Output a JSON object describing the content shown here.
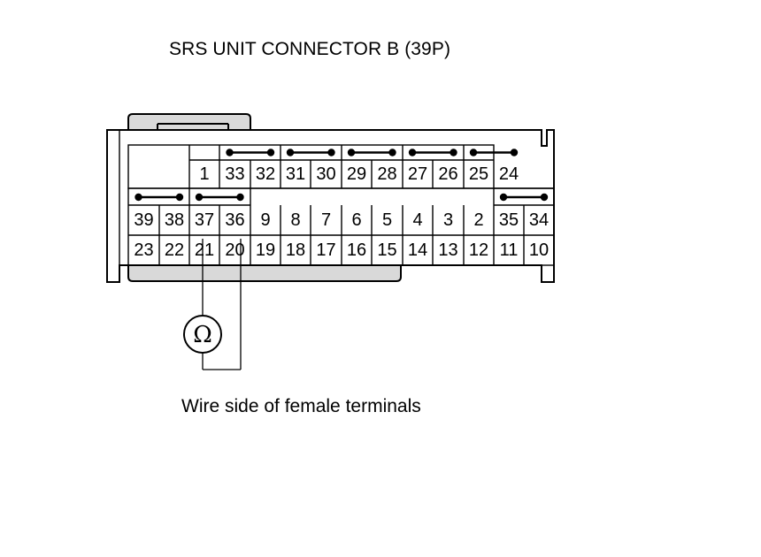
{
  "title": "SRS UNIT CONNECTOR B (39P)",
  "caption": "Wire side of female terminals",
  "meter_symbol": "Ω",
  "connector": {
    "row1_pins": [
      "1",
      "33",
      "32",
      "31",
      "30",
      "29",
      "28",
      "27",
      "26",
      "25",
      "24"
    ],
    "row2_pins": [
      "39",
      "38",
      "37",
      "36",
      "9",
      "8",
      "7",
      "6",
      "5",
      "4",
      "3",
      "2",
      "35",
      "34"
    ],
    "row3_pins": [
      "23",
      "22",
      "21",
      "20",
      "19",
      "18",
      "17",
      "16",
      "15",
      "14",
      "13",
      "12",
      "11",
      "10"
    ],
    "shorting_bars_top": [
      [
        "33",
        "32"
      ],
      [
        "31",
        "30"
      ],
      [
        "29",
        "28"
      ],
      [
        "27",
        "26"
      ],
      [
        "25",
        "24"
      ]
    ],
    "shorting_bars_middle": [
      [
        "39",
        "38"
      ],
      [
        "37",
        "36"
      ],
      [
        "35",
        "34"
      ]
    ]
  },
  "probe_pins": [
    "21",
    "20"
  ],
  "colors": {
    "line": "#000000",
    "body_fill": "#d9d9d9",
    "background": "#ffffff"
  }
}
